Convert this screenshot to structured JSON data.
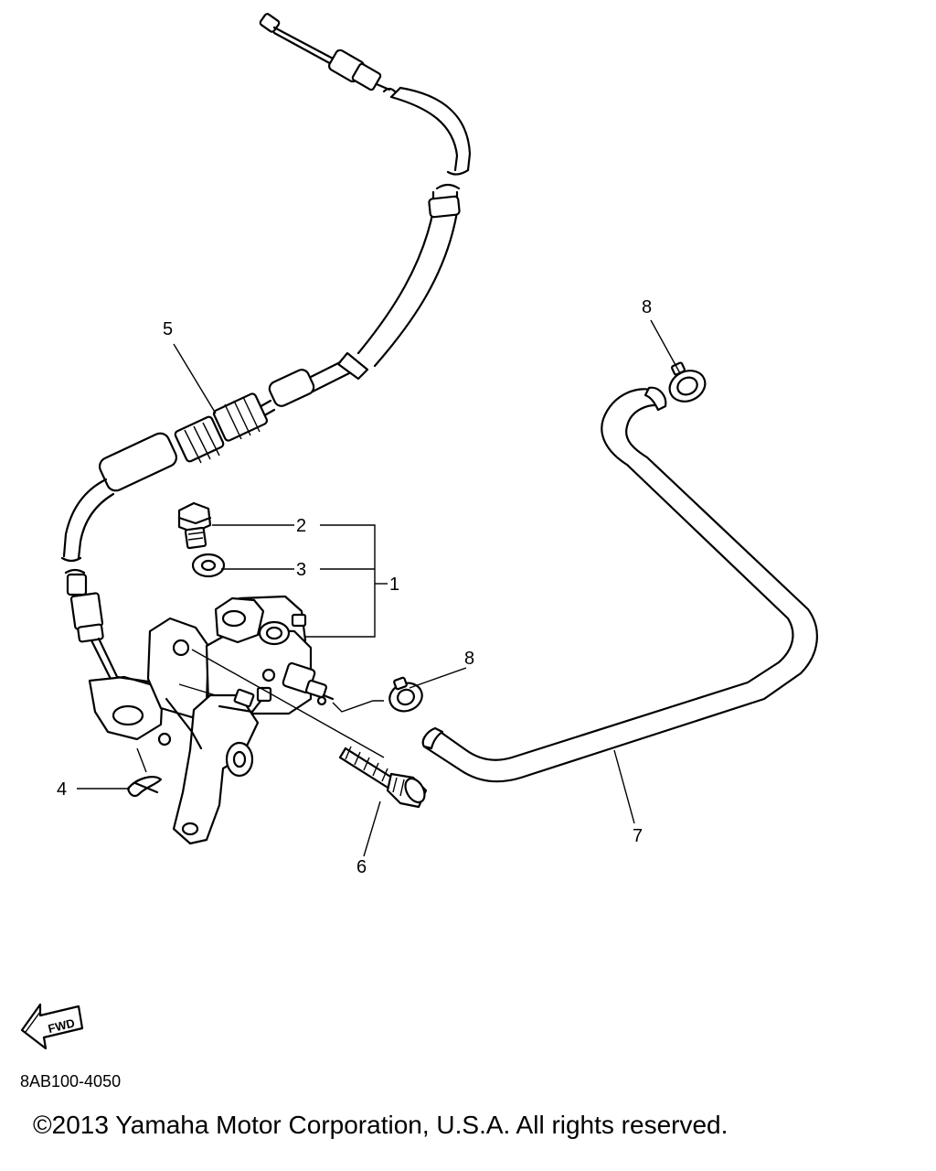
{
  "callouts": {
    "c1": "1",
    "c2": "2",
    "c3": "3",
    "c4": "4",
    "c5": "5",
    "c6": "6",
    "c7": "7",
    "c8a": "8",
    "c8b": "8"
  },
  "fwd_label": "FWD",
  "diagram_code": "8AB100-4050",
  "copyright": "©2013 Yamaha Motor Corporation, U.S.A. All rights reserved."
}
